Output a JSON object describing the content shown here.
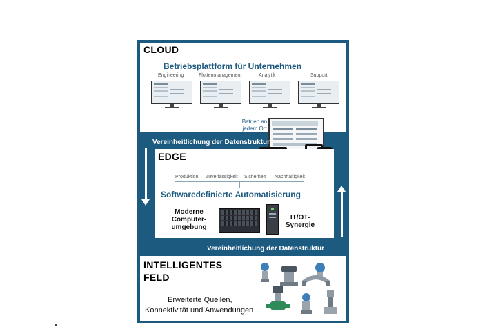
{
  "cloud": {
    "title": "CLOUD",
    "platform_title": "Betriebsplattform für Unternehmen",
    "monitors": [
      "Engineering",
      "Flottenmanagement",
      "Analytik",
      "Support"
    ],
    "anywhere_label": "Betrieb an jedem Ort"
  },
  "bands": {
    "top": "Vereinheitlichung der Datenstruktur",
    "bottom": "Vereinheitlichung der Datenstruktur"
  },
  "edge": {
    "title": "EDGE",
    "categories": [
      "Produktion",
      "Zuverlässigkeit",
      "Sicherheit",
      "Nachhaltigkeit"
    ],
    "automation_title": "Softwaredefinierte Automatisierung",
    "computing_label": "Moderne Computer-umgebung",
    "synergy_label": "IT/OT-Synergie"
  },
  "field": {
    "title_line1": "INTELLIGENTES",
    "title_line2": "FELD",
    "text_line1": "Erweiterte Quellen,",
    "text_line2": "Konnektivität und Anwendungen"
  },
  "colors": {
    "brand_blue": "#1d5a80",
    "accent_blue": "#1d5a80"
  }
}
